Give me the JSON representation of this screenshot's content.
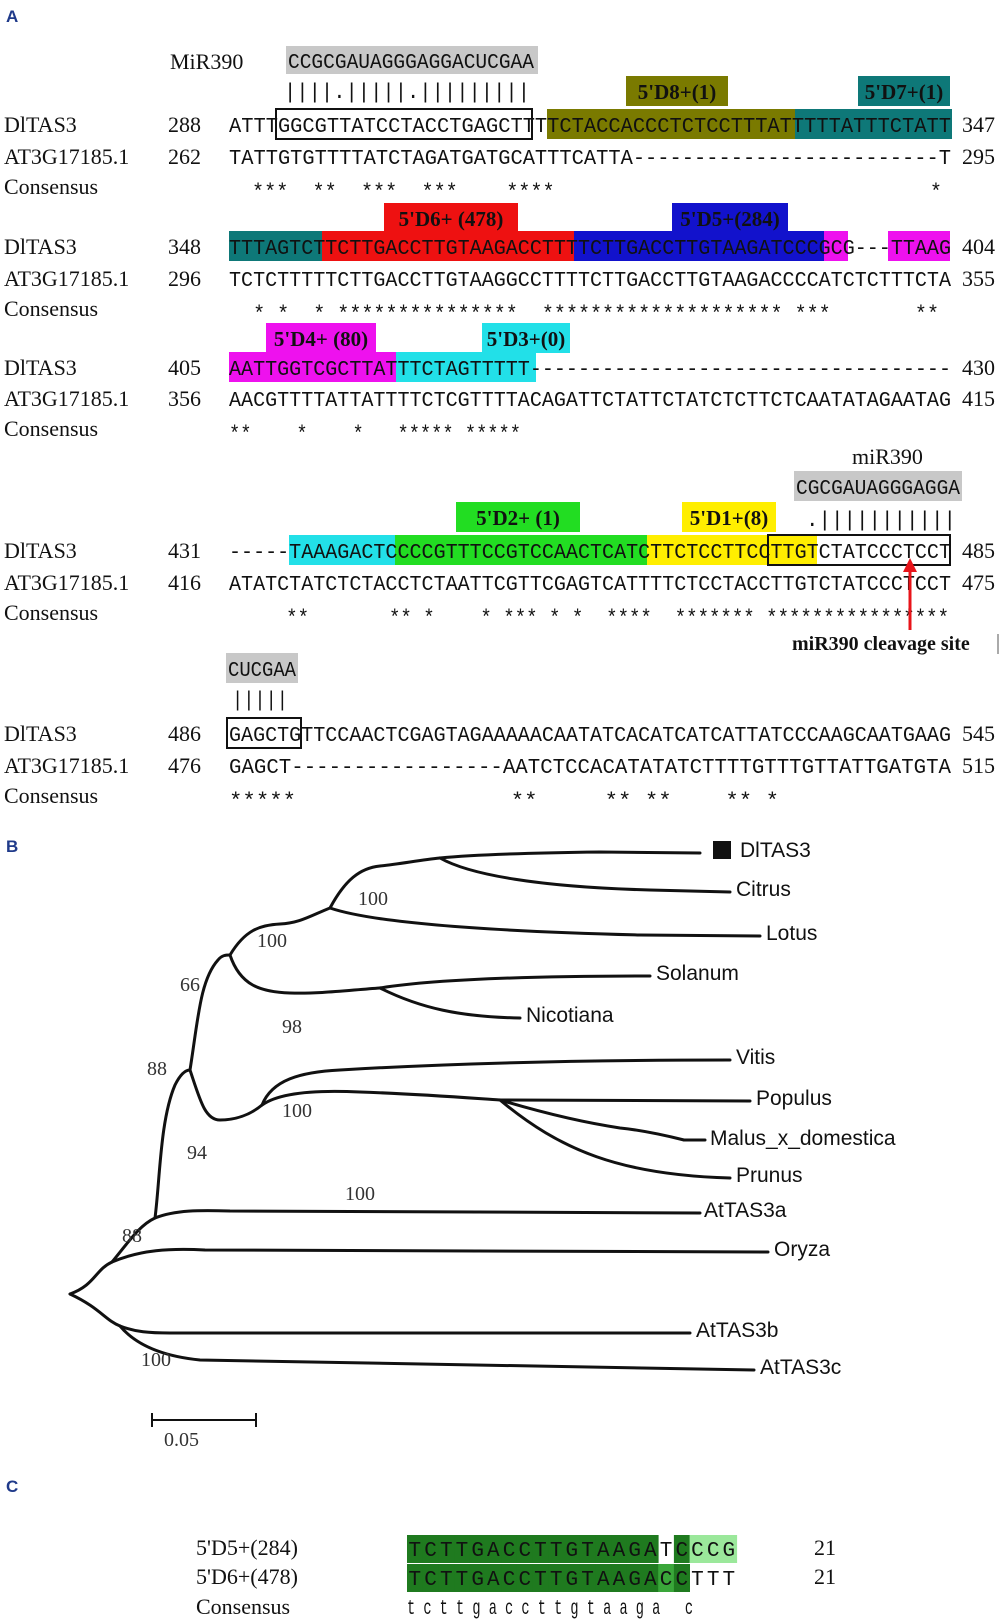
{
  "panel_a": {
    "label": "A",
    "rows": [
      {
        "mir_label": "MiR390",
        "mir_seq": "CCGCGAUAGGGAGGACUCGAA",
        "pairing": "||||.|||||.|||||||||",
        "tags": [
          "5'D8+(1)",
          "5'D7+(1)"
        ],
        "dl_name": "DlTAS3",
        "dl_start": "288",
        "dl_seq": "ATTTGGCGTTATCCTACCTGAGCTTTTCTACCACCCTCTCCTTTATTTTTATTTCTATT",
        "dl_end": "347",
        "at_name": "AT3G17185.1",
        "at_start": "262",
        "at_seq": "TATTGTGTTTTATCTAGATGATGCATTTCATTA-------------------------T",
        "at_end": "295",
        "cons_name": "Consensus",
        "cons": "***  **  ***  ***    ****                               *"
      },
      {
        "tags": [
          "5'D6+ (478)",
          "5'D5+(284)"
        ],
        "dl_name": "DlTAS3",
        "dl_start": "348",
        "dl_seq": "TTTAGTCTTCTTGACCTTGTAAGACCTTTTCTTGACCTTGTAAGATCCCGCG---TTAAG",
        "dl_end": "404",
        "at_name": "AT3G17185.1",
        "at_start": "296",
        "at_seq": "TCTCTTTTTCTTGACCTTGTAAGGCCTTTTCTTGACCTTGTAAGACCCCATCTCTTTCTA",
        "at_end": "355",
        "cons_name": "Consensus",
        "cons": "  * *  * ***************  ******************** ***       **"
      },
      {
        "tags": [
          "5'D4+ (80)",
          "5'D3+(0)"
        ],
        "dl_name": "DlTAS3",
        "dl_start": "405",
        "dl_seq": "AATTGGTCGCTTATTTCTAGTTTTT-----------------------------------",
        "dl_end": "430",
        "at_name": "AT3G17185.1",
        "at_start": "356",
        "at_seq": "AACGTTTTATTATTTTCTCGTTTTACAGATTCTATTCTATCTCTTCTCAATATAGAATAG",
        "at_end": "415",
        "cons_name": "Consensus",
        "cons": "**    *    *   ***** *****"
      },
      {
        "mir_label": "miR390",
        "mir_seq": "CGCGAUAGGGAGGA",
        "pairing": ".|||||||||||",
        "tags": [
          "5'D2+ (1)",
          "5'D1+(8)"
        ],
        "dl_name": "DlTAS3",
        "dl_start": "431",
        "dl_seq": "-----TAAAGACTCCCCGTTTCCGTCCAACTCATCTTCTCCTTCCTTGTCTATCCCTCCT",
        "dl_end": "485",
        "at_name": "AT3G17185.1",
        "at_start": "416",
        "at_seq": "ATATCTATCTCTACCTCTAATTCGTTCGAGTCATTTTCTCCTACCTTGTCTATCCCTCCT",
        "at_end": "475",
        "cons_name": "Consensus",
        "cons": "     **       ** *    * *** * *  ****  ******* ****************",
        "cleavage_label": "miR390 cleavage site"
      },
      {
        "mir_seq": "CUCGAA",
        "pairing": "|||||",
        "dl_name": "DlTAS3",
        "dl_start": "486",
        "dl_seq": "GAGCTGTTCCAACTCGAGTAGAAAAACAATATCACATCATCATTATCCCAAGCAATGAAG",
        "dl_end": "545",
        "at_name": "AT3G17185.1",
        "at_start": "476",
        "at_seq": "GAGCT-----------------AATCTCCACATATATCTTTTGTTTGTTATTGATGTA",
        "at_end": "515",
        "cons_name": "Consensus",
        "cons": "*****                **     ** **    ** *"
      }
    ],
    "colors": {
      "d8": "#7a7a00",
      "d7": "#0e7878",
      "d6": "#ee1111",
      "d5": "#1212cc",
      "d4": "#ee11ee",
      "d3": "#22e0e8",
      "d2": "#22dd22",
      "d1": "#ffee00",
      "mir_box": "#c8c8c8",
      "arrow": "#e8141a"
    }
  },
  "panel_b": {
    "label": "B",
    "taxa": [
      "DlTAS3",
      "Citrus",
      "Lotus",
      "Solanum",
      "Nicotiana",
      "Vitis",
      "Populus",
      "Malus_x_domestica",
      "Prunus",
      "AtTAS3a",
      "Oryza",
      "AtTAS3b",
      "AtTAS3c"
    ],
    "bootstrap": [
      "100",
      "100",
      "66",
      "98",
      "88",
      "100",
      "94",
      "100",
      "88",
      "100"
    ],
    "scale_bar": "0.05"
  },
  "panel_c": {
    "label": "C",
    "rows": [
      {
        "name": "5'D5+(284)",
        "seq": "TCTTGACCTTGTAAGATCCCG",
        "len": "21"
      },
      {
        "name": "5'D6+(478)",
        "seq": "TCTTGACCTTGTAAGACCTTT",
        "len": "21"
      }
    ],
    "consensus_label": "Consensus",
    "consensus": "t c t t g a c c t t g t a a g a   c",
    "colors": {
      "dark": "#1f7a1f",
      "mid": "#3aa63a",
      "light": "#9be89b"
    }
  }
}
